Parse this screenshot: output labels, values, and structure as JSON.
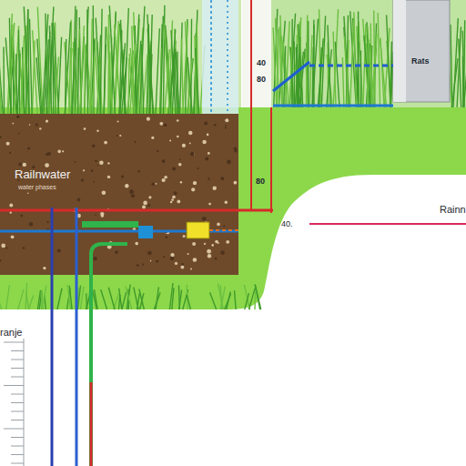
{
  "diagram": {
    "labels": [
      "40",
      "80",
      "Rats",
      "Railnwater",
      "water phases",
      "80",
      "40.",
      "Rainn",
      "ranje"
    ]
  }
}
